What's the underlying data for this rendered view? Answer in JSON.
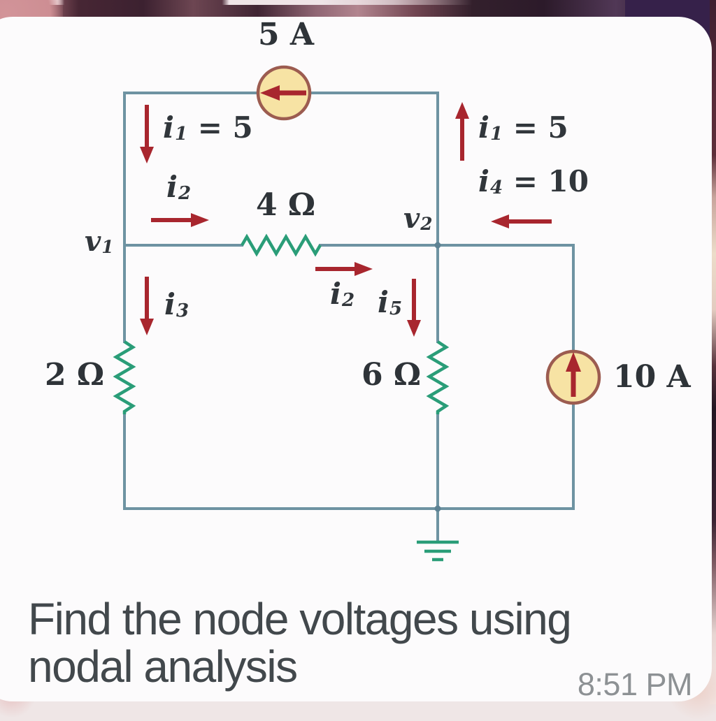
{
  "message": {
    "line1": "Find the node voltages using",
    "line2": "nodal analysis",
    "timestamp": "8:51 PM"
  },
  "circuit": {
    "sources": {
      "top": {
        "label": "5 A",
        "arrow_direction": "left"
      },
      "right": {
        "label": "10 A",
        "arrow_direction": "up"
      }
    },
    "resistors": {
      "left": "2 Ω",
      "middle": "4 Ω",
      "right": "6 Ω"
    },
    "nodes": {
      "v1": {
        "base": "v",
        "sub": "1"
      },
      "v2": {
        "base": "v",
        "sub": "2"
      }
    },
    "currents": {
      "i1_left": {
        "base": "i",
        "sub": "1",
        "rest": " = 5",
        "arrow_direction": "down"
      },
      "i2_left": {
        "base": "i",
        "sub": "2",
        "rest": "",
        "arrow_direction": "right"
      },
      "i1_right": {
        "base": "i",
        "sub": "1",
        "rest": " = 5",
        "arrow_direction": "up"
      },
      "i4_right": {
        "base": "i",
        "sub": "4",
        "rest": " = 10",
        "arrow_direction": "left"
      },
      "i3": {
        "base": "i",
        "sub": "3",
        "rest": "",
        "arrow_direction": "down"
      },
      "i2_mid": {
        "base": "i",
        "sub": "2",
        "rest": "",
        "arrow_direction": "right"
      },
      "i5": {
        "base": "i",
        "sub": "5",
        "rest": "",
        "arrow_direction": "down"
      }
    },
    "colors": {
      "wire": "#6e93a2",
      "resistor": "#2a9d78",
      "arrow": "#a8262e",
      "source_fill": "#f7e3a4",
      "source_border": "#9c5c50"
    }
  }
}
